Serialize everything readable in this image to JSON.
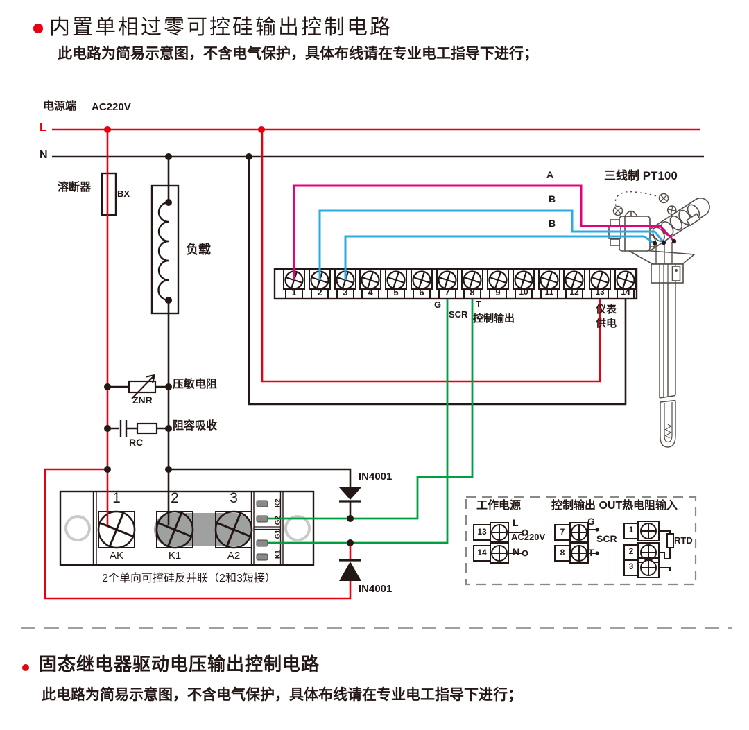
{
  "section1": {
    "title": "内置单相过零可控硅输出控制电路",
    "note": "此电路为简易示意图，不含电气保护，具体布线请在专业电工指导下进行；"
  },
  "power": {
    "label": "电源端",
    "voltage": "AC220V",
    "line_l": "L",
    "line_n": "N"
  },
  "fuse": {
    "label": "溶断器",
    "code": "BX"
  },
  "load": {
    "label": "负载"
  },
  "varistor": {
    "label": "压敏电阻",
    "code": "ZNR"
  },
  "snubber": {
    "label": "阻容吸收",
    "code": "RC"
  },
  "sensor": {
    "title": "三线制 PT100",
    "wire_a": "A",
    "wire_b1": "B",
    "wire_b2": "B"
  },
  "terminal_block": {
    "numbers": [
      "1",
      "2",
      "3",
      "4",
      "5",
      "6",
      "7",
      "8",
      "9",
      "10",
      "11",
      "12",
      "13",
      "14"
    ],
    "label_g": "G",
    "label_scr": "SCR",
    "label_t": "T",
    "label_control_output": "控制输出",
    "label_meter_power_1": "仪表",
    "label_meter_power_2": "供电"
  },
  "diodes": {
    "top": "IN4001",
    "bottom": "IN4001"
  },
  "scr_module": {
    "num_1": "1",
    "num_2": "2",
    "num_3": "3",
    "term_ak": "AK",
    "term_k1": "K1",
    "term_a2": "A2",
    "pin_k2": "K2",
    "pin_g2": "G2",
    "pin_g1": "G1",
    "pin_k1": "K1",
    "caption": "2个单向可控硅反并联（2和3短接）"
  },
  "legend": {
    "working_power": {
      "title": "工作电源",
      "t13": "13",
      "t14": "14",
      "l": "L",
      "ac": "AC220V",
      "n": "N"
    },
    "control_output": {
      "title": "控制输出 OUT",
      "t7": "7",
      "t8": "8",
      "g": "G",
      "scr": "SCR",
      "t": "T"
    },
    "rtd_input": {
      "title": "热电阻输入",
      "t1": "1",
      "t2": "2",
      "t3": "3",
      "rtd": "RTD"
    }
  },
  "section2": {
    "title": "固态继电器驱动电压输出控制电路",
    "note": "此电路为简易示意图，不含电气保护，具体布线请在专业电工指导下进行；"
  },
  "colors": {
    "red": "#e60012",
    "magenta": "#e6007e",
    "blue": "#2eaae2",
    "green": "#009f40",
    "ink": "#231815"
  }
}
